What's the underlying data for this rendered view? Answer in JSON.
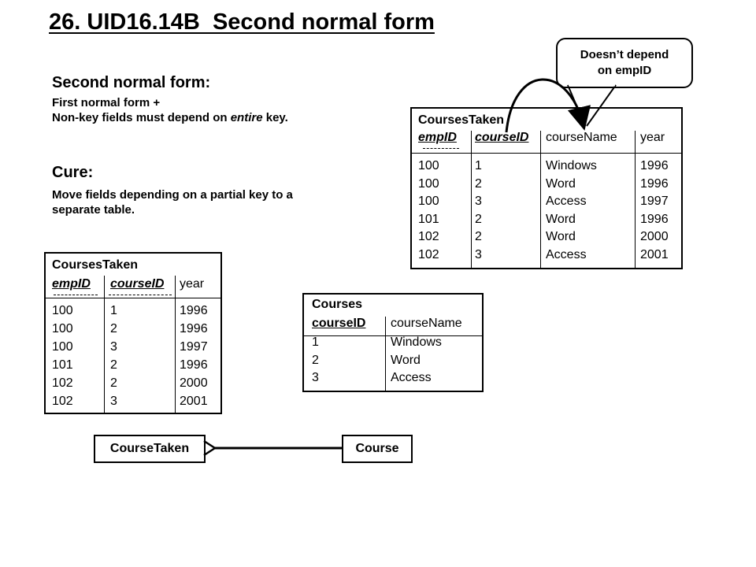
{
  "title": "26. UID16.14B  Second normal form",
  "intro": {
    "heading": "Second normal form:",
    "line1": "First normal form +",
    "line2_prefix": "Non-key fields must depend on ",
    "line2_emph": "entire",
    "line2_suffix": " key."
  },
  "cure": {
    "heading": "Cure:",
    "line1": "Move fields depending on a partial key to a",
    "line2": "separate table."
  },
  "callout": {
    "line1": "Doesn’t depend",
    "line2": "on empID"
  },
  "original_table": {
    "name": "CoursesTaken",
    "headers": [
      "empID",
      "courseID",
      "courseName",
      "year"
    ],
    "rows": [
      [
        "100",
        "1",
        "Windows",
        "1996"
      ],
      [
        "100",
        "2",
        "Word",
        "1996"
      ],
      [
        "100",
        "3",
        "Access",
        "1997"
      ],
      [
        "101",
        "2",
        "Word",
        "1996"
      ],
      [
        "102",
        "2",
        "Word",
        "2000"
      ],
      [
        "102",
        "3",
        "Access",
        "2001"
      ]
    ]
  },
  "courses_taken_table": {
    "name": "CoursesTaken",
    "headers": [
      "empID",
      "courseID",
      "year"
    ],
    "rows": [
      [
        "100",
        "1",
        "1996"
      ],
      [
        "100",
        "2",
        "1996"
      ],
      [
        "100",
        "3",
        "1997"
      ],
      [
        "101",
        "2",
        "1996"
      ],
      [
        "102",
        "2",
        "2000"
      ],
      [
        "102",
        "3",
        "2001"
      ]
    ]
  },
  "courses_table": {
    "name": "Courses",
    "headers": [
      "courseID",
      "courseName"
    ],
    "rows": [
      [
        "1",
        "Windows"
      ],
      [
        "2",
        "Word"
      ],
      [
        "3",
        "Access"
      ]
    ]
  },
  "erd": {
    "left_entity": "CourseTaken",
    "right_entity": "Course"
  }
}
